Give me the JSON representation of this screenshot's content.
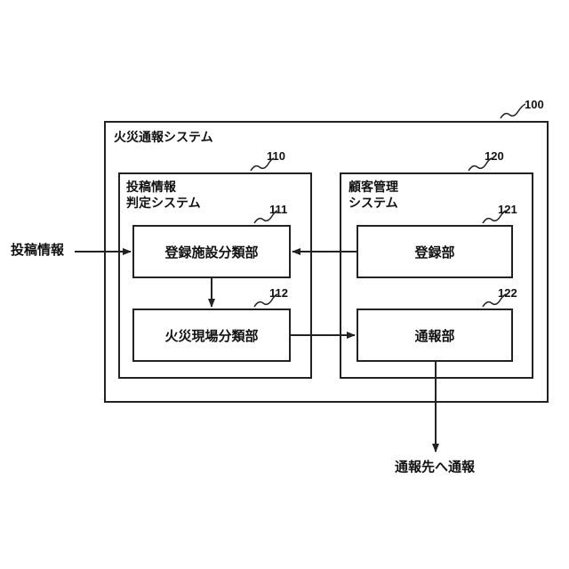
{
  "system": {
    "title": "火災通報システム",
    "ref": "100"
  },
  "judgment_system": {
    "title_line1": "投稿情報",
    "title_line2": "判定システム",
    "ref": "110",
    "registered_facility_classifier": {
      "label": "登録施設分類部",
      "ref": "111"
    },
    "fire_scene_classifier": {
      "label": "火災現場分類部",
      "ref": "112"
    }
  },
  "customer_system": {
    "title_line1": "顧客管理",
    "title_line2": "システム",
    "ref": "120",
    "registration_unit": {
      "label": "登録部",
      "ref": "121"
    },
    "notification_unit": {
      "label": "通報部",
      "ref": "122"
    }
  },
  "external": {
    "input_label": "投稿情報",
    "output_label": "通報先へ通報"
  }
}
